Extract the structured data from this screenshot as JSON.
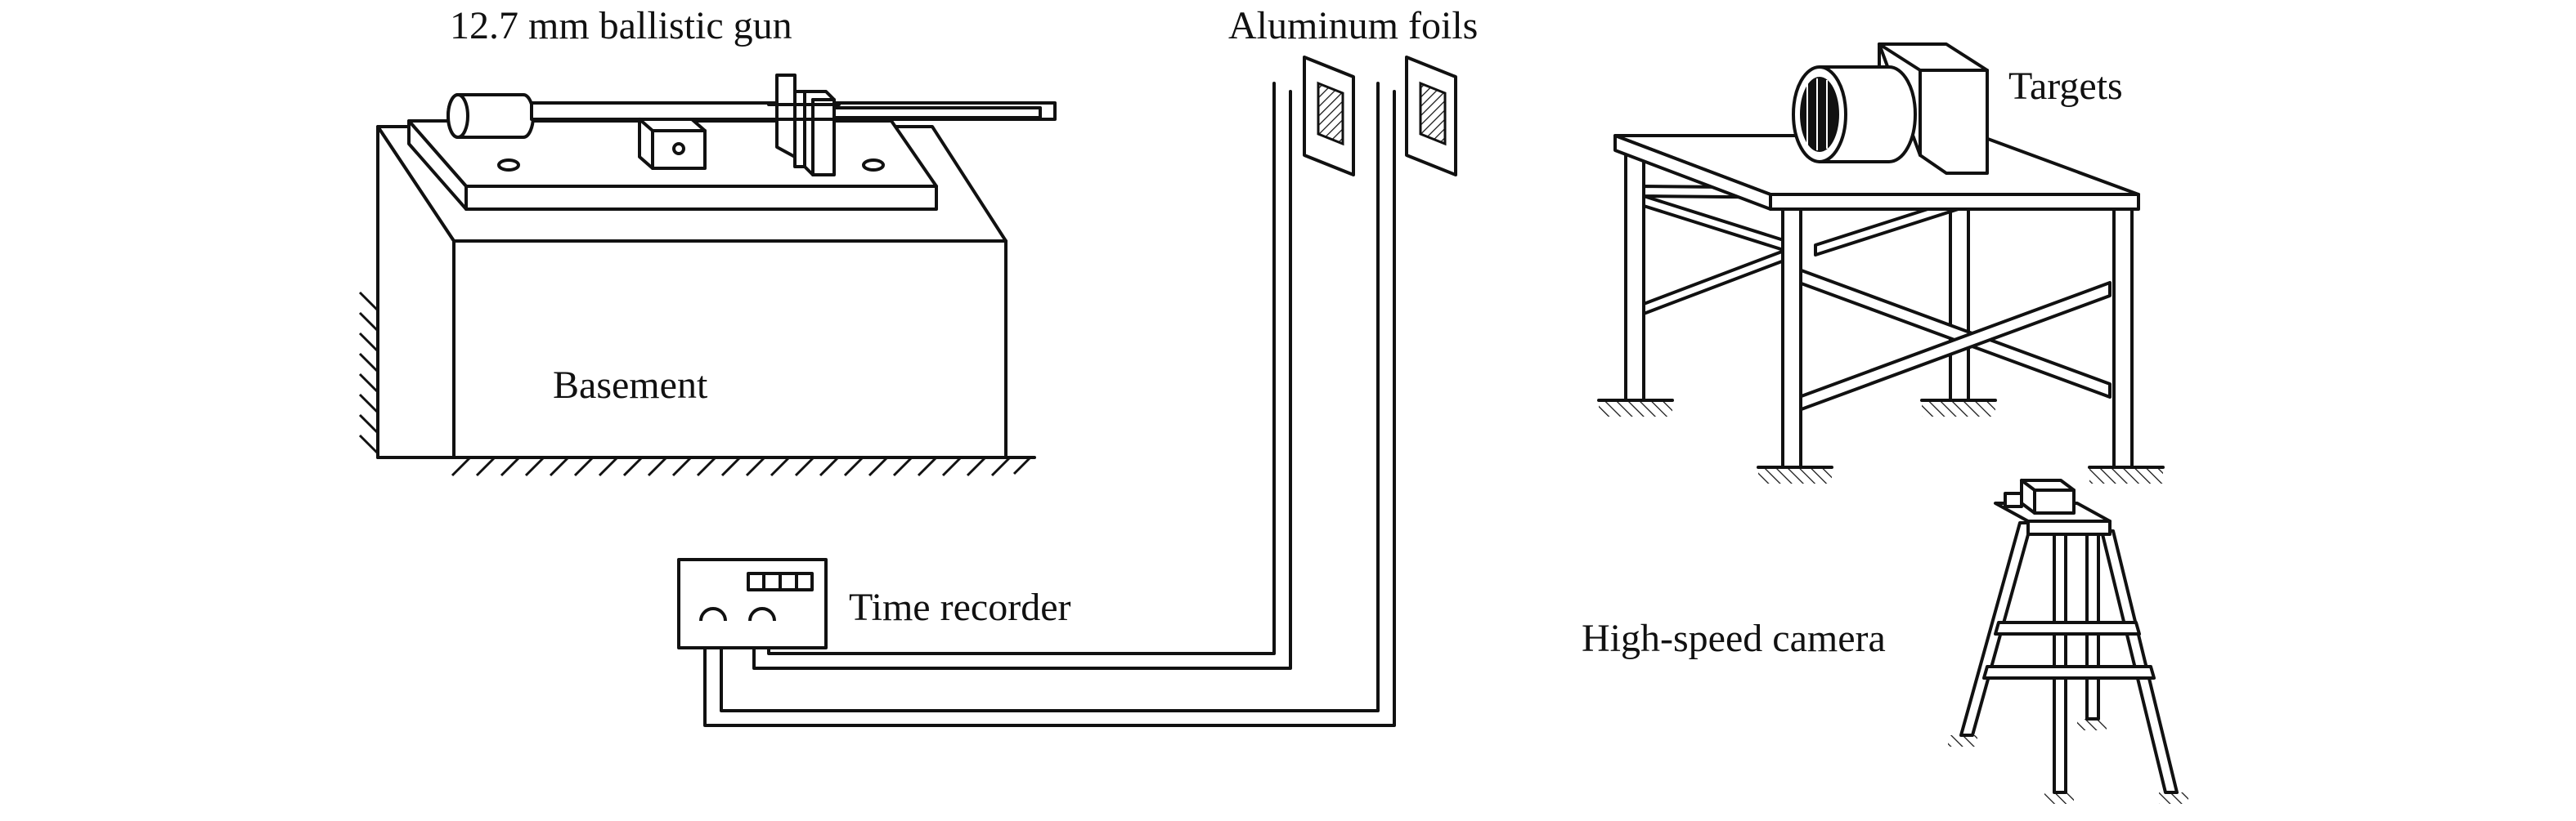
{
  "labels": {
    "gun": "12.7 mm ballistic gun",
    "foils": "Aluminum foils",
    "targets": "Targets",
    "basement": "Basement",
    "time_recorder": "Time recorder",
    "camera": "High-speed camera"
  },
  "colors": {
    "line": "#111111",
    "background": "#ffffff"
  }
}
